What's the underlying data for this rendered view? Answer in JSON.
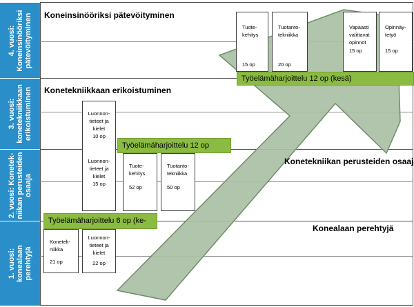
{
  "years": [
    {
      "label_lines": [
        "4. vuosi:",
        "Koneinsinööriksi",
        "pätevöityminen"
      ]
    },
    {
      "label_lines": [
        "3. vuosi:",
        "konetekniikkaan",
        "erikoistuminen"
      ]
    },
    {
      "label_lines": [
        "2. vuosi: Konetek-",
        "niikan perusteiden",
        "osaaja"
      ]
    },
    {
      "label_lines": [
        "1. vuosi:",
        "konealaan",
        "perehtyjä"
      ]
    }
  ],
  "headings": {
    "year4": "Koneinsinööriksi pätevöityminen",
    "year3": "Konetekniikkaan erikoistuminen",
    "year2": "Konetekniikan perusteiden osaaja",
    "year1": "Konealaan perehtyjä"
  },
  "courses": {
    "y4_tuotekehitys": {
      "name": "Tuote-kehitys",
      "credits": "15 op"
    },
    "y4_tuotantotekniikka": {
      "name": "Tuotanto-tekniikka",
      "credits": "20 op"
    },
    "y4_vapaasti": {
      "name": "Vapaasti valittavat opinnot",
      "credits": "15 op"
    },
    "y4_opinnaytetyo": {
      "name": "Opinnäy-tetyö",
      "credits": "15 op"
    },
    "y3_luonnontieteet": {
      "name": "Luonnon-tieteet ja kielet",
      "credits": "10 op"
    },
    "y2_luonnontieteet": {
      "name": "Luonnon-tieteet ja kielet",
      "credits": "15 op"
    },
    "y2_tuotekehitys": {
      "name": "Tuote-kehitys",
      "credits": "52 op"
    },
    "y2_tuotantotekniikka": {
      "name": "Tuotanto-tekniikka",
      "credits": "50 op"
    },
    "y1_konetekniikka": {
      "name": "Konetek-niikka",
      "credits": "21 op"
    },
    "y1_luonnontieteet": {
      "name": "Luonnon-tieteet ja kielet",
      "credits": "22 op"
    }
  },
  "internships": {
    "summer": "Työelämäharjoittelu 12 op (kesä)",
    "twelve": "Työelämäharjoittelu 12 op",
    "six": "Työelämäharjoittelu 6 op (ke-"
  },
  "colors": {
    "year_column": "#2a8ec9",
    "internship": "#8bbb42",
    "arrow_fill": "#a9c0a4",
    "arrow_stroke": "#6e8c69"
  }
}
